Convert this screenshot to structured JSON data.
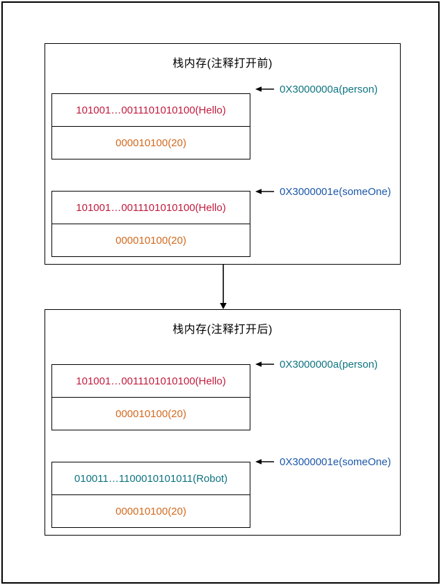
{
  "page": {
    "before": {
      "title": "栈内存(注释打开前)",
      "blocks": [
        {
          "row1": "101001…0011101010100(Hello)",
          "row2": "000010100(20)",
          "pointer": "0X3000000a(person)"
        },
        {
          "row1": "101001…0011101010100(Hello)",
          "row2": "000010100(20)",
          "pointer": "0X3000001e(someOne)"
        }
      ]
    },
    "after": {
      "title": "栈内存(注释打开后)",
      "blocks": [
        {
          "row1": "101001…0011101010100(Hello)",
          "row2": "000010100(20)",
          "pointer": "0X3000000a(person)"
        },
        {
          "row1": "010011…1100010101011(Robot)",
          "row2": "000010100(20)",
          "pointer": "0X3000001e(someOne)"
        }
      ]
    },
    "colors": {
      "hello": "#c01a3c",
      "robot": "#0e7480",
      "value": "#d2691e",
      "person": "#0e7480",
      "someone": "#1b57a8",
      "line": "#000000"
    }
  }
}
